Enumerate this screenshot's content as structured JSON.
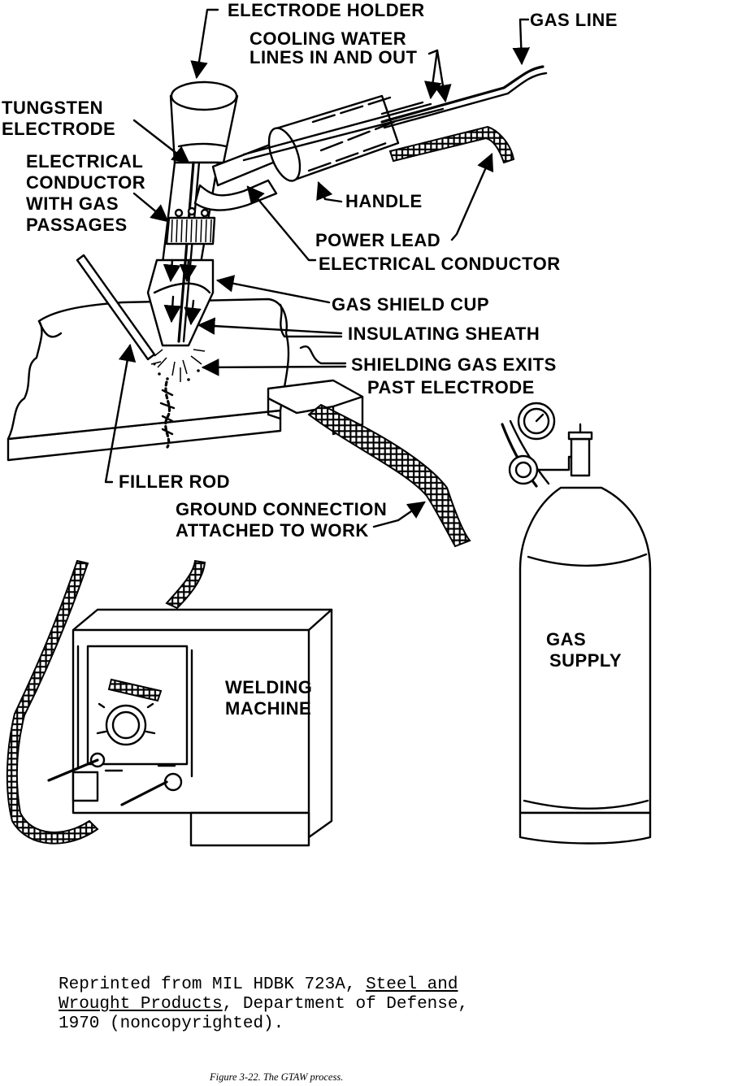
{
  "labels": {
    "electrode_holder": "ELECTRODE HOLDER",
    "gas_line": "GAS LINE",
    "cooling_water_1": "COOLING WATER",
    "cooling_water_2": "LINES IN AND OUT",
    "tungsten_1": "TUNGSTEN",
    "tungsten_2": "ELECTRODE",
    "conductor_1": "ELECTRICAL",
    "conductor_2": "CONDUCTOR",
    "conductor_3": "WITH GAS",
    "conductor_4": "PASSAGES",
    "handle": "HANDLE",
    "power_lead": "POWER LEAD",
    "electrical_conductor": "ELECTRICAL CONDUCTOR",
    "gas_shield_cup": "GAS SHIELD CUP",
    "insulating_sheath": "INSULATING SHEATH",
    "shielding_gas_1": "SHIELDING GAS EXITS",
    "shielding_gas_2": "PAST ELECTRODE",
    "filler_rod": "FILLER ROD",
    "ground_1": "GROUND CONNECTION",
    "ground_2": "ATTACHED TO WORK",
    "welding_machine_1": "WELDING",
    "welding_machine_2": "MACHINE",
    "gas_supply_1": "GAS",
    "gas_supply_2": "SUPPLY"
  },
  "credit": {
    "prefix": "Reprinted from MIL HDBK 723A, ",
    "title_a": "Steel and",
    "title_b": "Wrought Products",
    "suffix": ", Department of Defense,",
    "line3": "1970 (noncopyrighted)."
  },
  "caption": "Figure 3-22. The GTAW process."
}
